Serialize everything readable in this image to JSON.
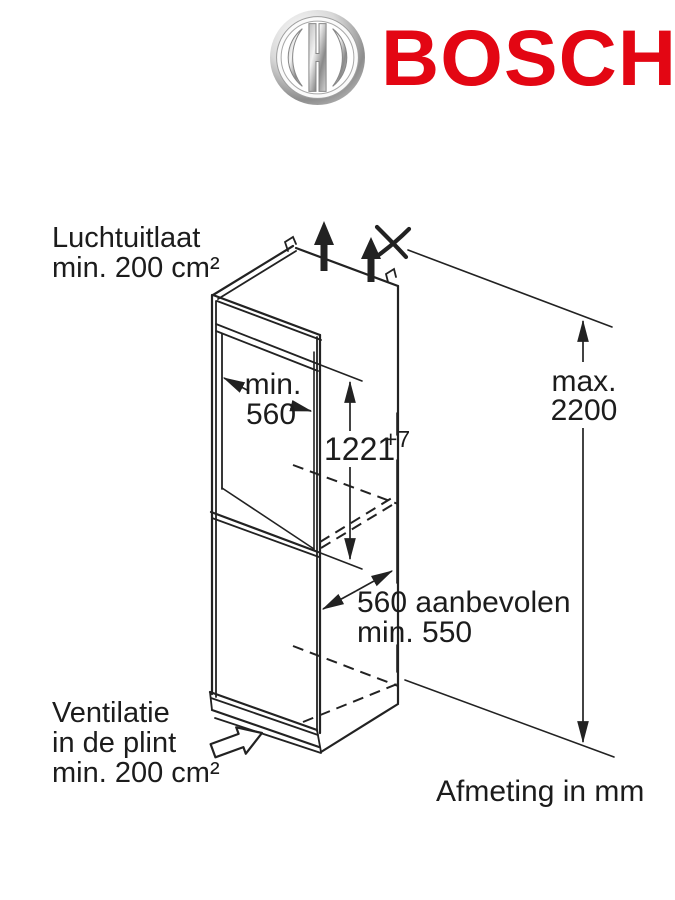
{
  "brand": {
    "name": "BOSCH",
    "emblem_icon": "bosch-anchor-icon",
    "colors": {
      "brand_red": "#e30613",
      "line": "#222222",
      "text": "#1c1c1c",
      "background": "#ffffff"
    }
  },
  "diagram": {
    "air_outlet_label": {
      "line1": "Luchtuitlaat",
      "line2": "min. 200 cm²"
    },
    "niche_width": {
      "line1": "min.",
      "line2": "560"
    },
    "niche_height": {
      "value": "1221",
      "tolerance": "+7"
    },
    "max_height": {
      "line1": "max.",
      "line2": "2200"
    },
    "depth": {
      "line1": "560 aanbevolen",
      "line2": "min. 550"
    },
    "plinth_vent_label": {
      "line1": "Ventilatie",
      "line2": "in de plint",
      "line3": "min. 200 cm²"
    },
    "units_note": "Afmeting in mm",
    "icons": {
      "airflow": "up-arrow",
      "top_marker": "x-mark",
      "plinth_airflow": "outline-arrow-up-right"
    }
  }
}
